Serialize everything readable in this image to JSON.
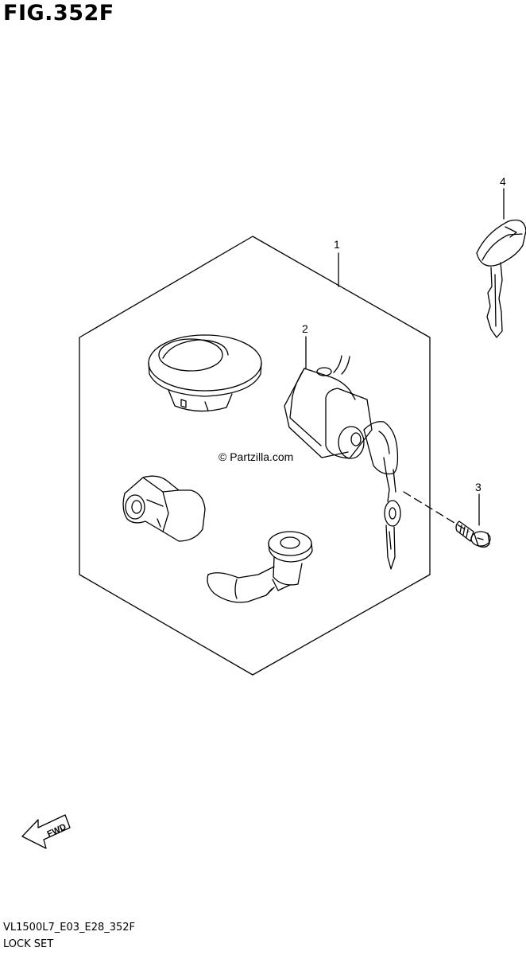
{
  "figure": {
    "title": "FIG.352F",
    "code": "VL1500L7_E03_E28_352F",
    "caption": "LOCK SET"
  },
  "watermark": "© Partzilla.com",
  "fwd_arrow": {
    "text": "FWD",
    "icon": "fwd-arrow-icon"
  },
  "callouts": [
    {
      "number": "1",
      "part": "lock-set-kit"
    },
    {
      "number": "2",
      "part": "ignition-lock-with-keys"
    },
    {
      "number": "3",
      "part": "screw"
    },
    {
      "number": "4",
      "part": "blank-key"
    }
  ]
}
